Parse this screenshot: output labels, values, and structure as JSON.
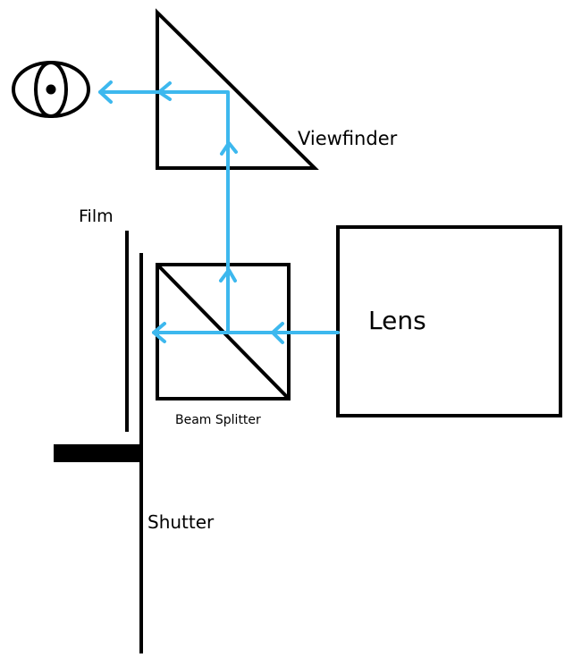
{
  "labels": {
    "viewfinder": "Viewfinder",
    "film": "Film",
    "beam_splitter": "Beam Splitter",
    "shutter": "Shutter",
    "lens": "Lens"
  },
  "colors": {
    "light_path": "#3db8ee",
    "stroke": "#000000"
  }
}
